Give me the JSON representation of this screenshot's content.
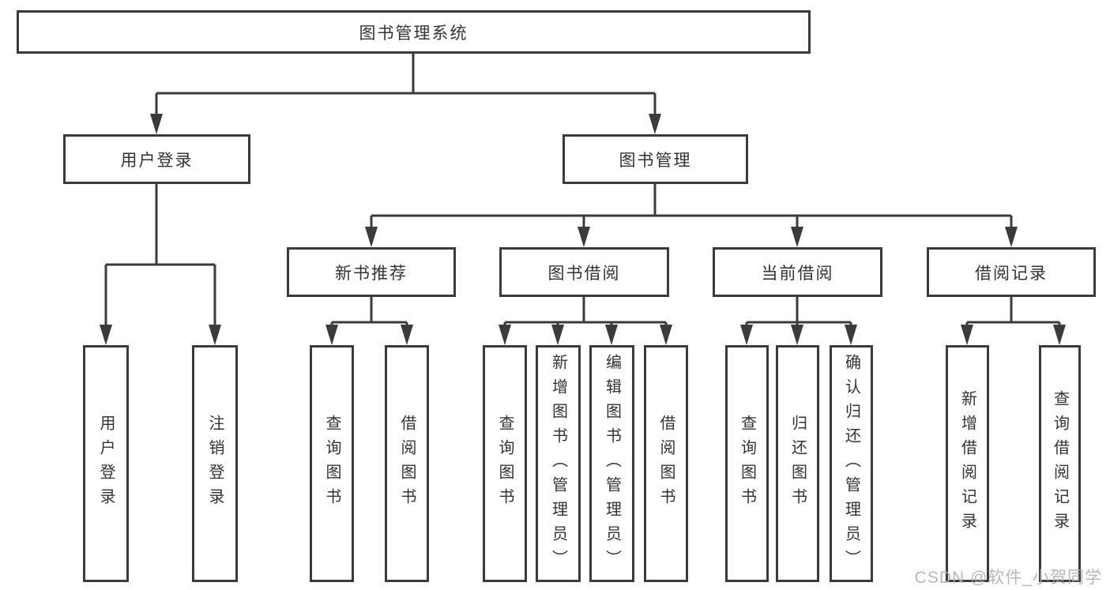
{
  "diagram": {
    "root": {
      "label": "图书管理系统"
    },
    "level2": {
      "user_login": {
        "label": "用户登录"
      },
      "book_mgmt": {
        "label": "图书管理"
      }
    },
    "level3": {
      "new_book_rec": {
        "label": "新书推荐"
      },
      "book_borrow": {
        "label": "图书借阅"
      },
      "current_borrow": {
        "label": "当前借阅"
      },
      "borrow_record": {
        "label": "借阅记录"
      }
    },
    "leaves": {
      "user_login_children": [
        {
          "label": "用户登录"
        },
        {
          "label": "注销登录"
        }
      ],
      "new_book_rec_children": [
        {
          "label": "查询图书"
        },
        {
          "label": "借阅图书"
        }
      ],
      "book_borrow_children": [
        {
          "label": "查询图书"
        },
        {
          "label": "新增图书（管理员）"
        },
        {
          "label": "编辑图书（管理员）"
        },
        {
          "label": "借阅图书"
        }
      ],
      "current_borrow_children": [
        {
          "label": "查询图书"
        },
        {
          "label": "归还图书"
        },
        {
          "label": "确认归还（管理员）"
        }
      ],
      "borrow_record_children": [
        {
          "label": "新增借阅记录"
        },
        {
          "label": "查询借阅记录"
        }
      ]
    }
  },
  "watermark": {
    "text": "CSDN @软件_小贺同学"
  },
  "colors": {
    "line": "#3b3b3b",
    "box_border": "#3b3b3b",
    "box_fill": "#ffffff",
    "text": "#333333",
    "watermark": "#b6aeae",
    "background": "#ffffff"
  }
}
